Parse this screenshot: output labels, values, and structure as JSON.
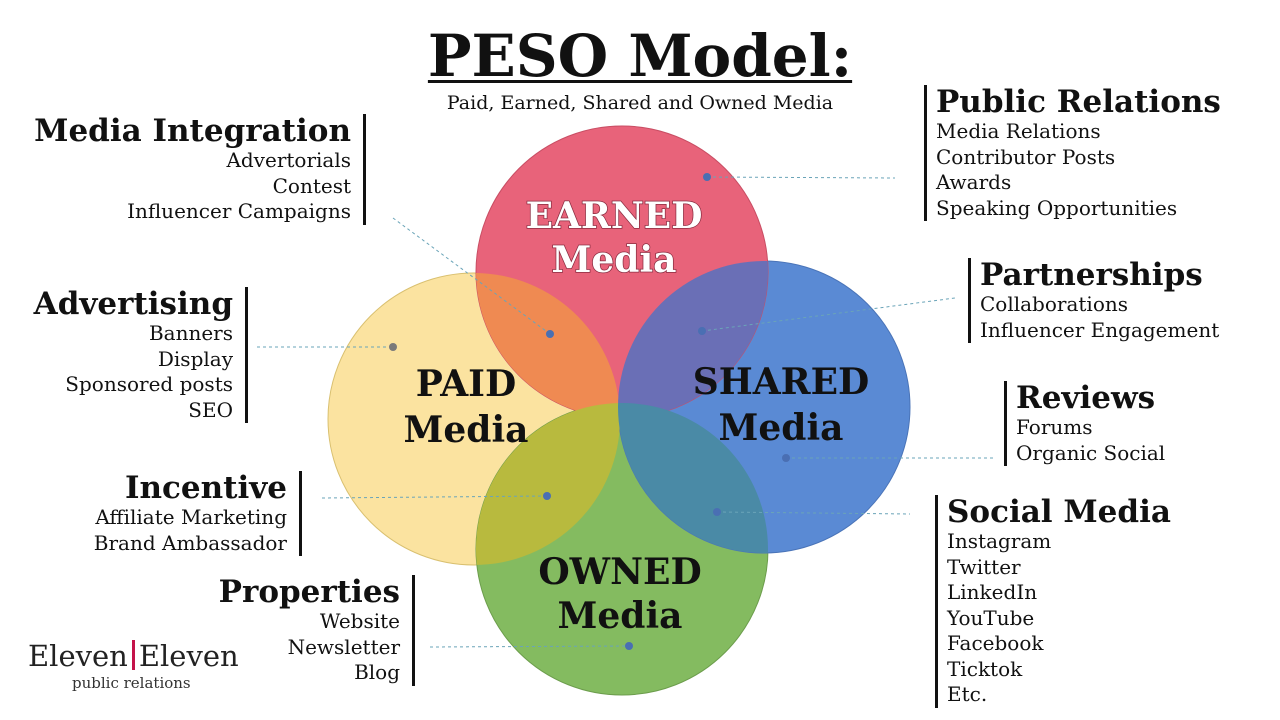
{
  "title": "PESO Model:",
  "subtitle": "Paid, Earned, Shared and Owned Media",
  "circles": {
    "earned": {
      "line1": "EARNED",
      "line2": "Media",
      "color": "#e8637a"
    },
    "paid": {
      "line1": "PAID",
      "line2": "Media",
      "color": "#fbe3a0"
    },
    "shared": {
      "line1": "SHARED",
      "line2": "Media",
      "color": "#5a8ad4"
    },
    "owned": {
      "line1": "OWNED",
      "line2": "Media",
      "color": "#84bb60"
    }
  },
  "blocks": {
    "media_integration": {
      "heading": "Media Integration",
      "items": [
        "Advertorials",
        "Contest",
        "Influencer Campaigns"
      ]
    },
    "advertising": {
      "heading": "Advertising",
      "items": [
        "Banners",
        "Display",
        "Sponsored posts",
        "SEO"
      ]
    },
    "incentive": {
      "heading": "Incentive",
      "items": [
        "Affiliate Marketing",
        "Brand Ambassador"
      ]
    },
    "properties": {
      "heading": "Properties",
      "items": [
        "Website",
        "Newsletter",
        "Blog"
      ]
    },
    "public_relations": {
      "heading": "Public Relations",
      "items": [
        "Media Relations",
        "Contributor Posts",
        "Awards",
        "Speaking Opportunities"
      ]
    },
    "partnerships": {
      "heading": "Partnerships",
      "items": [
        "Collaborations",
        "Influencer Engagement"
      ]
    },
    "reviews": {
      "heading": "Reviews",
      "items": [
        "Forums",
        "Organic Social"
      ]
    },
    "social_media": {
      "heading": "Social Media",
      "items": [
        "Instagram",
        "Twitter",
        "LinkedIn",
        "YouTube",
        "Facebook",
        "Ticktok",
        "Etc."
      ]
    }
  },
  "logo": {
    "left": "Eleven",
    "right": "Eleven",
    "tagline": "public relations",
    "accent": "#c4134a"
  }
}
